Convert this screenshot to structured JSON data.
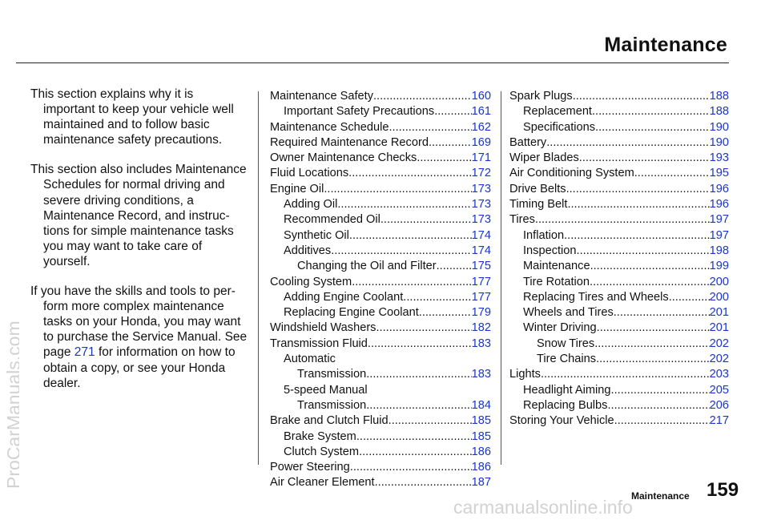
{
  "header": {
    "title": "Maintenance"
  },
  "intro": {
    "para1": "This section explains why it is important to keep your vehicle well maintained and to follow basic maintenance safety precautions.",
    "para2": "This section also includes Maintenance Schedules for normal driving and severe driving conditions, a Maintenance Record, and instruc-tions for simple maintenance tasks you may want to take care of yourself.",
    "para3_before": "If you have the skills and tools to per-form more complex maintenance tasks on your Honda, you may want to purchase the Service Manual. See page ",
    "para3_link": "271",
    "para3_after": " for information on how to obtain a copy, or see your Honda dealer."
  },
  "toc": {
    "col_a": [
      {
        "title": "Maintenance Safety",
        "page": "160",
        "level": 1
      },
      {
        "title": "Important Safety Precautions",
        "page": "161",
        "level": 2
      },
      {
        "title": "Maintenance Schedule",
        "page": "162",
        "level": 1
      },
      {
        "title": "Required Maintenance Record",
        "page": "169",
        "level": 1
      },
      {
        "title": "Owner Maintenance Checks",
        "page": "171",
        "level": 1
      },
      {
        "title": "Fluid Locations",
        "page": "172",
        "level": 1
      },
      {
        "title": "Engine Oil",
        "page": "173",
        "level": 1
      },
      {
        "title": "Adding Oil",
        "page": "173",
        "level": 2
      },
      {
        "title": "Recommended Oil",
        "page": "173",
        "level": 2
      },
      {
        "title": "Synthetic Oil",
        "page": "174",
        "level": 2
      },
      {
        "title": "Additives",
        "page": "174",
        "level": 2
      },
      {
        "title": "Changing the Oil and Filter",
        "page": "175",
        "level": 3
      },
      {
        "title": "Cooling System",
        "page": "177",
        "level": 1
      },
      {
        "title": "Adding Engine Coolant",
        "page": "177",
        "level": 2
      },
      {
        "title": "Replacing Engine Coolant",
        "page": "179",
        "level": 2
      },
      {
        "title": "Windshield Washers",
        "page": "182",
        "level": 1
      },
      {
        "title": "Transmission Fluid",
        "page": "183",
        "level": 1
      },
      {
        "label": "Automatic",
        "level": 2
      },
      {
        "title": "Transmission",
        "page": "183",
        "level": 3
      },
      {
        "label": "5-speed Manual",
        "level": 2
      },
      {
        "title": "Transmission",
        "page": "184",
        "level": 3
      },
      {
        "title": "Brake and Clutch Fluid",
        "page": "185",
        "level": 1
      },
      {
        "title": "Brake System",
        "page": "185",
        "level": 2
      },
      {
        "title": "Clutch System",
        "page": "186",
        "level": 2
      },
      {
        "title": "Power Steering",
        "page": "186",
        "level": 1
      },
      {
        "title": "Air Cleaner Element",
        "page": "187",
        "level": 1
      }
    ],
    "col_b": [
      {
        "title": "Spark Plugs",
        "page": "188",
        "level": 1
      },
      {
        "title": "Replacement",
        "page": "188",
        "level": 2
      },
      {
        "title": "Specifications",
        "page": "190",
        "level": 2
      },
      {
        "title": "Battery",
        "page": "190",
        "level": 1
      },
      {
        "title": "Wiper Blades",
        "page": "193",
        "level": 1
      },
      {
        "title": "Air Conditioning System",
        "page": "195",
        "level": 1
      },
      {
        "title": "Drive Belts",
        "page": "196",
        "level": 1
      },
      {
        "title": "Timing Belt",
        "page": "196",
        "level": 1
      },
      {
        "title": "Tires",
        "page": "197",
        "level": 1
      },
      {
        "title": "Inflation",
        "page": "197",
        "level": 2
      },
      {
        "title": "Inspection",
        "page": "198",
        "level": 2
      },
      {
        "title": "Maintenance",
        "page": "199",
        "level": 2
      },
      {
        "title": "Tire Rotation",
        "page": "200",
        "level": 2
      },
      {
        "title": "Replacing Tires and Wheels",
        "page": "200",
        "level": 2
      },
      {
        "title": "Wheels and Tires",
        "page": "201",
        "level": 2
      },
      {
        "title": "Winter Driving",
        "page": "201",
        "level": 2
      },
      {
        "title": "Snow Tires",
        "page": "202",
        "level": 3
      },
      {
        "title": "Tire Chains",
        "page": "202",
        "level": 3
      },
      {
        "title": "Lights",
        "page": "203",
        "level": 1
      },
      {
        "title": "Headlight Aiming",
        "page": "205",
        "level": 2
      },
      {
        "title": "Replacing Bulbs",
        "page": "206",
        "level": 2
      },
      {
        "title": "Storing Your Vehicle",
        "page": "217",
        "level": 1
      }
    ]
  },
  "footer": {
    "section_label": "Maintenance",
    "page_number": "159"
  },
  "watermark": {
    "text": "ProCarManuals.com",
    "footer_text": "carmanualsonline.info"
  },
  "colors": {
    "link": "#1a35c9",
    "text": "#111111",
    "watermark": "#d2d2d2"
  }
}
